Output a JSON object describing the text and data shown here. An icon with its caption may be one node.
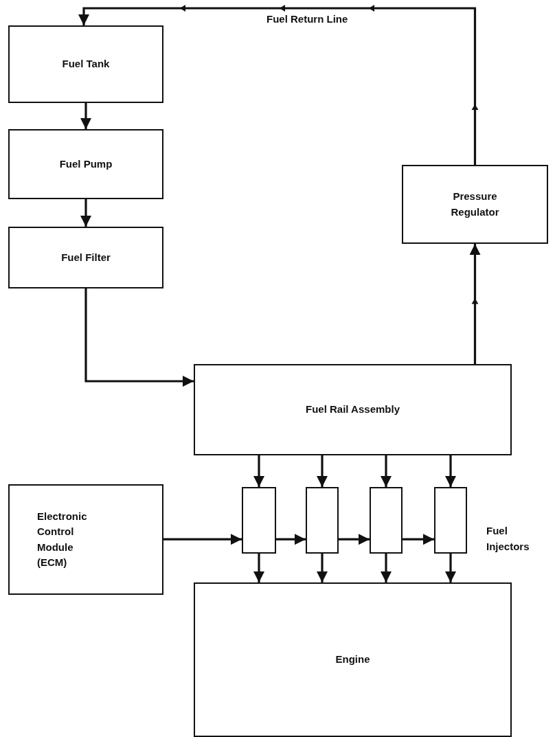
{
  "diagram": {
    "nodes": [
      {
        "text": [
          "Fuel Tank"
        ]
      },
      {
        "text": [
          "Fuel Pump"
        ]
      },
      {
        "text": [
          "Fuel Filter"
        ]
      },
      {
        "text": [
          "Pressure Regulator"
        ]
      },
      {
        "text": [
          "Fuel Rail Assembly"
        ]
      },
      {
        "text": [
          "Electronic Control Module (ECM)"
        ]
      },
      {
        "text": [],
        "shape": "box"
      },
      {
        "text": [],
        "shape": "box"
      },
      {
        "text": [],
        "shape": "box"
      },
      {
        "text": [],
        "shape": "box"
      },
      {
        "text": [
          "Engine"
        ]
      }
    ],
    "edges": [
      {
        "from": 0,
        "to": 1,
        "arrow": "to"
      },
      {
        "from": 1,
        "to": 2,
        "arrow": "to"
      },
      {
        "from": 2,
        "to": 4,
        "arrow": "to"
      },
      {
        "from": 4,
        "to": 3,
        "arrow": "to"
      },
      {
        "from": 3,
        "to": 0,
        "arrow": "to",
        "label": "Fuel Return Line"
      },
      {
        "from": 4,
        "to": 6,
        "arrow": "to"
      },
      {
        "from": 4,
        "to": 7,
        "arrow": "to"
      },
      {
        "from": 4,
        "to": 8,
        "arrow": "to"
      },
      {
        "from": 4,
        "to": 9,
        "arrow": "to"
      },
      {
        "from": 5,
        "to": 6,
        "arrow": "to"
      },
      {
        "from": 6,
        "to": 7,
        "arrow": "to"
      },
      {
        "from": 7,
        "to": 8,
        "arrow": "to"
      },
      {
        "from": 8,
        "to": 9,
        "arrow": "to"
      },
      {
        "from": 6,
        "to": 10,
        "arrow": "to"
      },
      {
        "from": 7,
        "to": 10,
        "arrow": "to"
      },
      {
        "from": 8,
        "to": 10,
        "arrow": "to"
      },
      {
        "from": 9,
        "to": 10,
        "arrow": "to"
      }
    ],
    "labels": [
      "Fuel Injectors"
    ]
  }
}
